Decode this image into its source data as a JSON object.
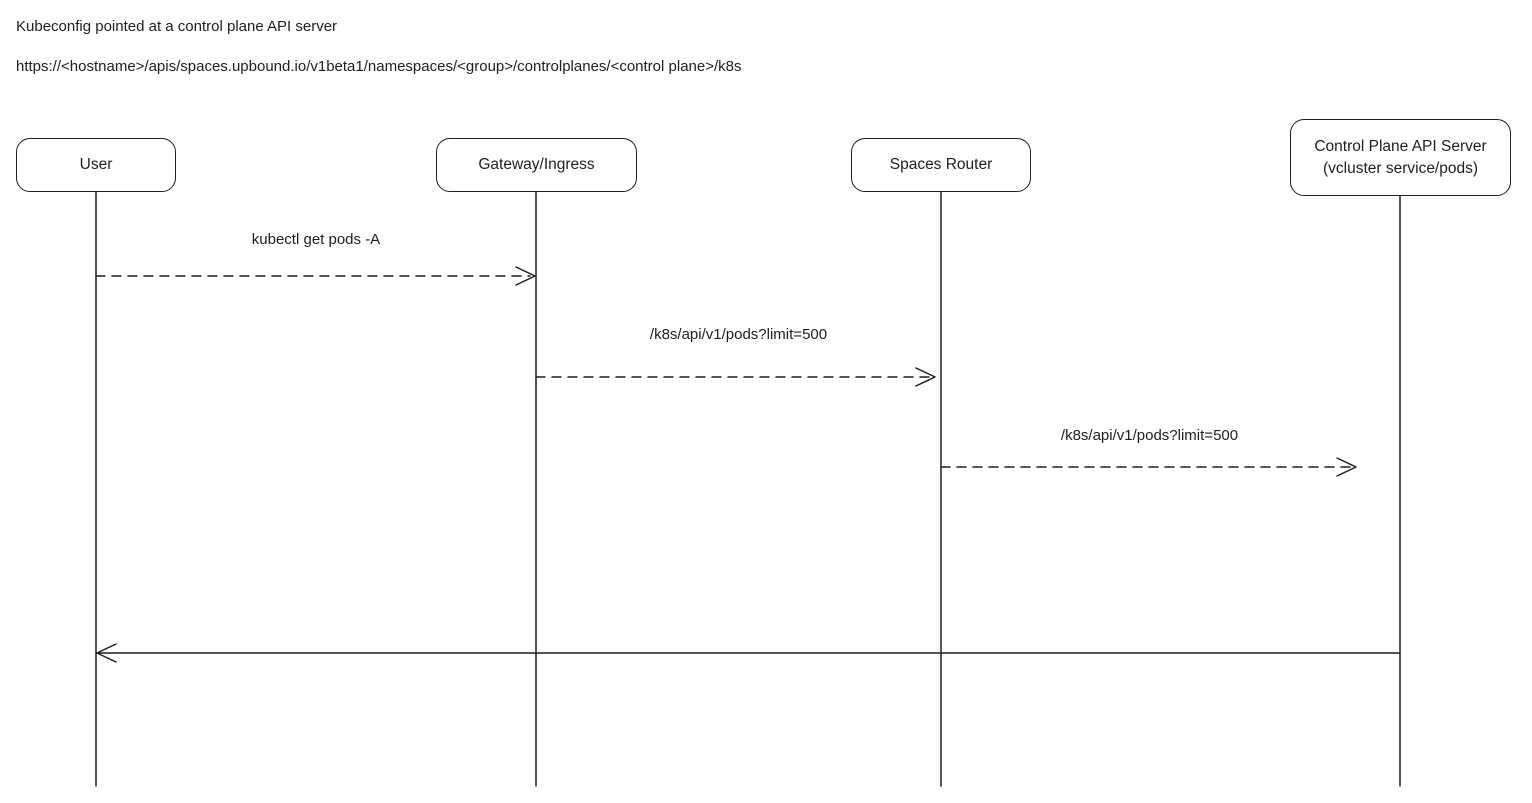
{
  "header": {
    "title": "Kubeconfig pointed at a control plane API server",
    "url": "https://<hostname>/apis/spaces.upbound.io/v1beta1/namespaces/<group>/controlplanes/<control plane>/k8s"
  },
  "diagram": {
    "type": "sequence-diagram",
    "stroke_color": "#1e1e1e",
    "background_color": "#ffffff",
    "actors": [
      {
        "label": "User"
      },
      {
        "label": "Gateway/Ingress"
      },
      {
        "label": "Spaces Router"
      },
      {
        "label": "Control Plane API Server",
        "sublabel": "(vcluster service/pods)"
      }
    ],
    "messages": [
      {
        "from": "User",
        "to": "Gateway/Ingress",
        "label": "kubectl get pods -A",
        "line_style": "dashed"
      },
      {
        "from": "Gateway/Ingress",
        "to": "Spaces Router",
        "label": "/k8s/api/v1/pods?limit=500",
        "line_style": "dashed"
      },
      {
        "from": "Spaces Router",
        "to": "Control Plane API Server",
        "label": "/k8s/api/v1/pods?limit=500",
        "line_style": "dashed"
      },
      {
        "from": "Control Plane API Server",
        "to": "User",
        "label": "",
        "line_style": "solid"
      }
    ]
  }
}
